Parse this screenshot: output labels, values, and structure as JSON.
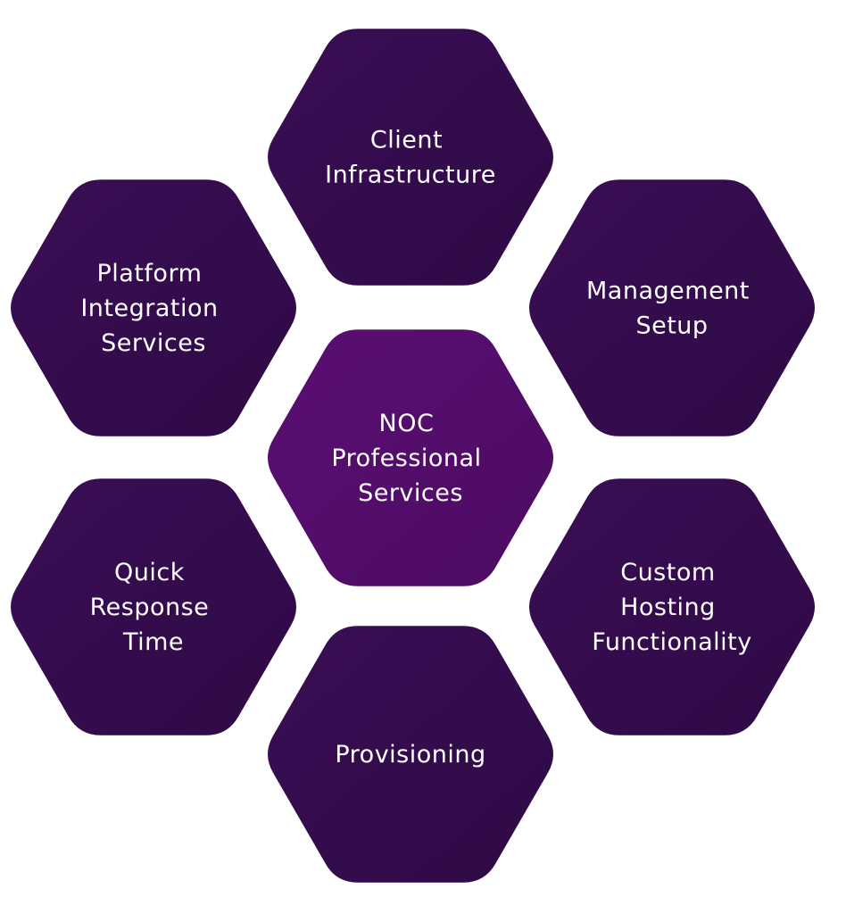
{
  "diagram": {
    "colors": {
      "hex_fill": "#2e0a45",
      "hex_fill_light": "#3a0e55",
      "center_fill": "#4c0b62",
      "center_fill_light": "#5a0f73",
      "text": "#ffffff",
      "background": "#ffffff"
    },
    "center": {
      "lines": [
        "NOC",
        "Professional",
        "Services"
      ]
    },
    "hexagons": [
      {
        "id": "client-infrastructure",
        "lines": [
          "Client",
          "Infrastructure"
        ]
      },
      {
        "id": "platform-integration-services",
        "lines": [
          "Platform",
          "Integration",
          "Services"
        ]
      },
      {
        "id": "management-setup",
        "lines": [
          "Management",
          "Setup"
        ]
      },
      {
        "id": "quick-response-time",
        "lines": [
          "Quick",
          "Response",
          "Time"
        ]
      },
      {
        "id": "custom-hosting-functionality",
        "lines": [
          "Custom",
          "Hosting",
          "Functionality"
        ]
      },
      {
        "id": "provisioning",
        "lines": [
          "Provisioning"
        ]
      }
    ]
  }
}
